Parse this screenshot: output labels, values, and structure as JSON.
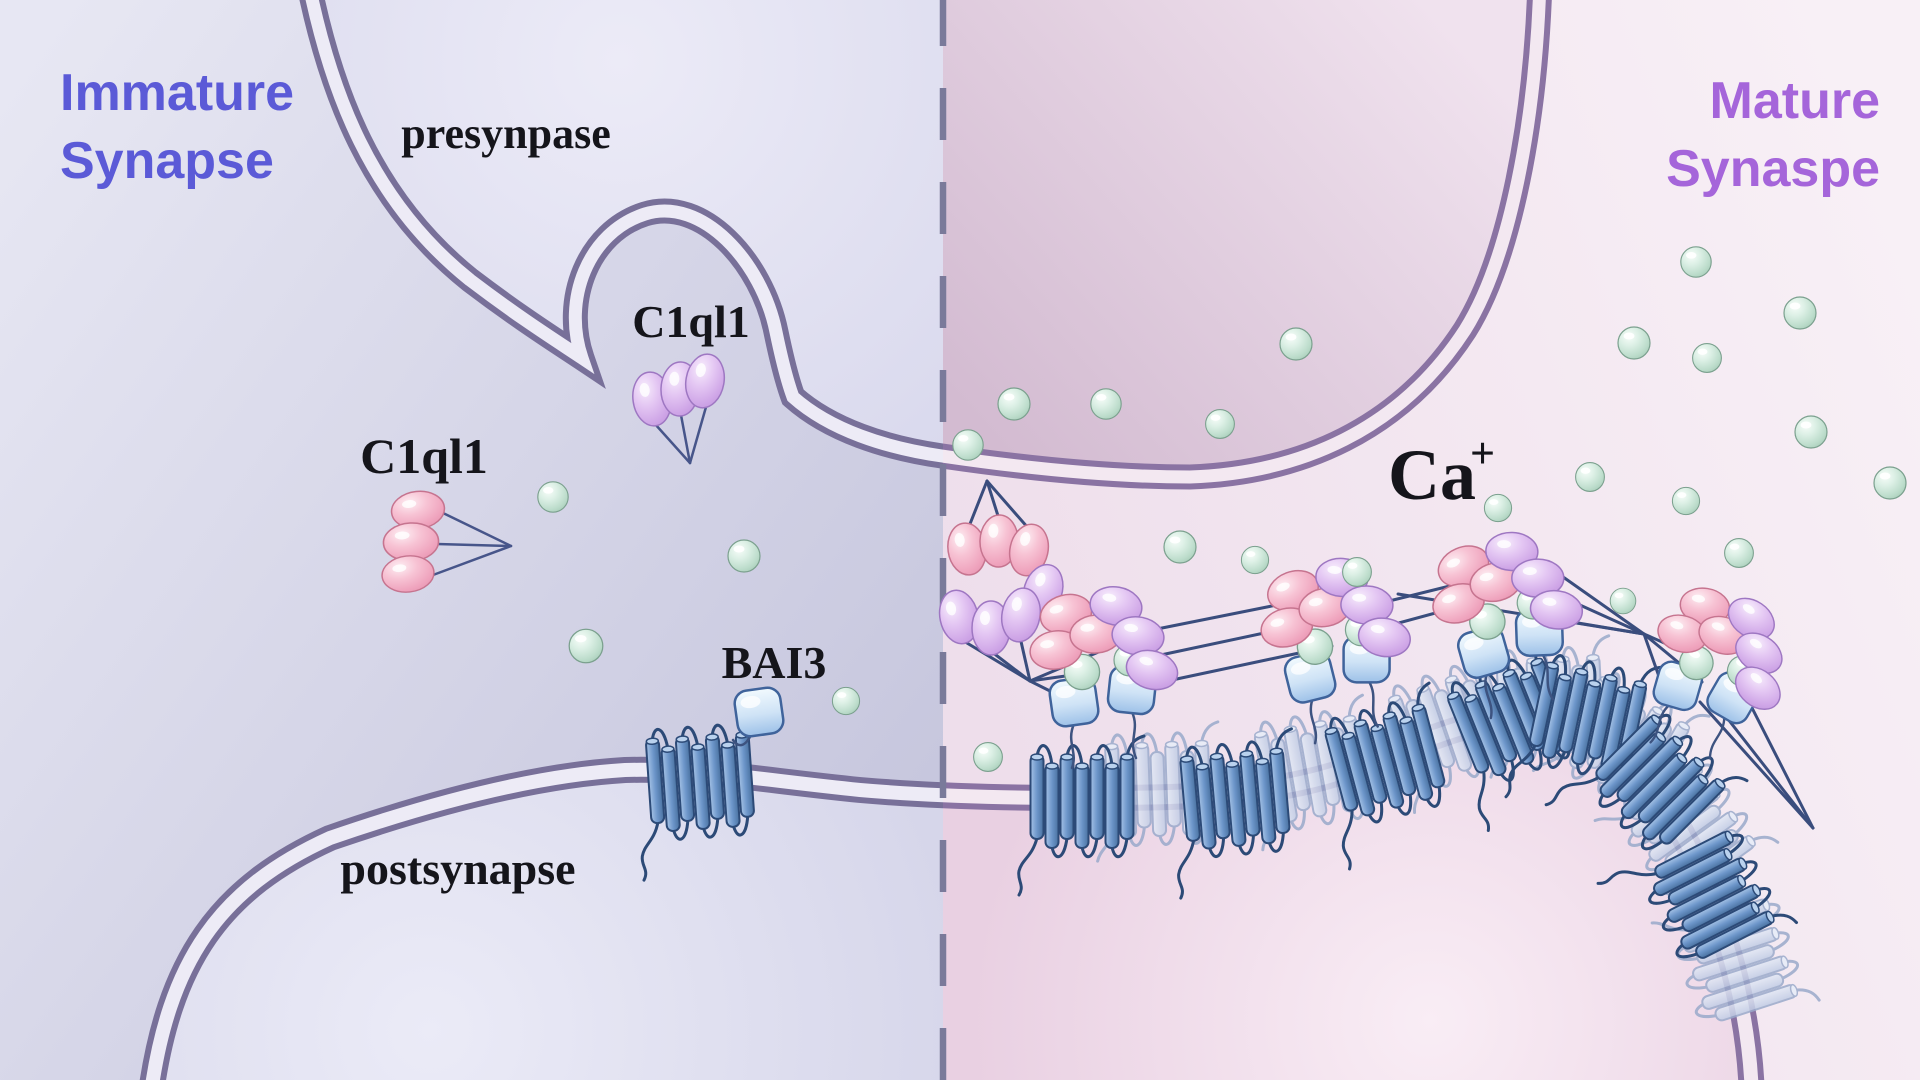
{
  "left_section": {
    "heading": {
      "line1": "Immature",
      "line2": "Synapse",
      "color": "#5b5ad7"
    },
    "presynapse_label": "presynpase",
    "postsynapse_label": "postsynapse",
    "c1ql1_secreted_label": "C1ql1",
    "c1ql1_released_label": "C1ql1",
    "bai3_label": "BAI3"
  },
  "right_section": {
    "heading": {
      "line1": "Mature",
      "line2": "Synaspe",
      "color": "#a565da"
    },
    "calcium": {
      "symbol": "Ca",
      "charge": "+",
      "color": "#16987d"
    }
  },
  "colors": {
    "membrane_left": "#787099",
    "membrane_right": "#8a73a3",
    "membrane_gap_left": "#edebf6",
    "membrane_gap_right": "#f3e8f1",
    "c1ql1_pink": "#efa3bd",
    "c1ql1_purple": "#cfa6e7",
    "calcium_ion_green": "#bcdccb",
    "bai3_receptor_blue": "#6d96ca",
    "network_line": "#3a4d7d",
    "divider": "#7a7a9a"
  }
}
